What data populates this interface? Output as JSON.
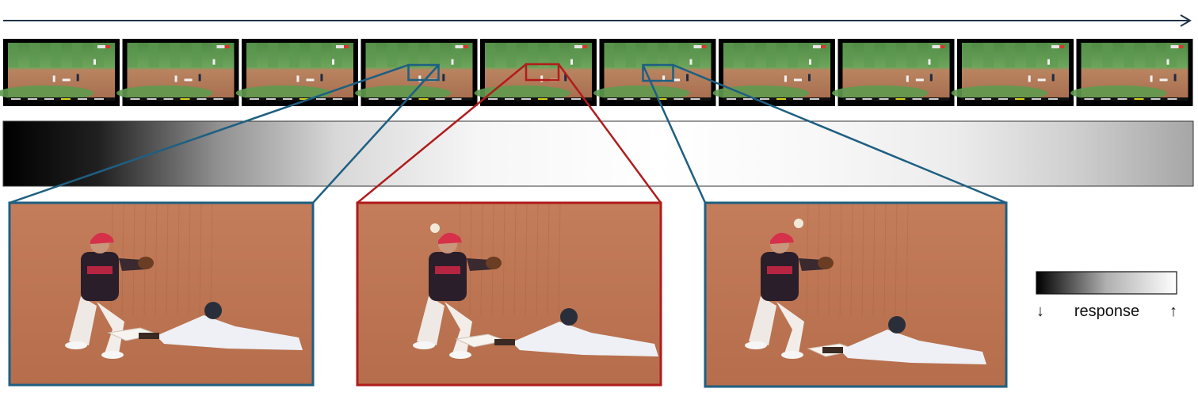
{
  "figure": {
    "frame_count": 10,
    "highlighted_frames": [
      3,
      4,
      5
    ],
    "heatmap_gradient_stops": [
      {
        "offset": 0.0,
        "color": "#000000"
      },
      {
        "offset": 0.08,
        "color": "#202020"
      },
      {
        "offset": 0.18,
        "color": "#909090"
      },
      {
        "offset": 0.28,
        "color": "#d8d8d8"
      },
      {
        "offset": 0.4,
        "color": "#f6f6f6"
      },
      {
        "offset": 0.55,
        "color": "#ffffff"
      },
      {
        "offset": 0.68,
        "color": "#f8f8f8"
      },
      {
        "offset": 0.8,
        "color": "#ececec"
      },
      {
        "offset": 0.9,
        "color": "#cfcfcf"
      },
      {
        "offset": 1.0,
        "color": "#a6a6a6"
      }
    ],
    "zoom_panels": [
      {
        "source_frame": 3,
        "color": "#1e5f82"
      },
      {
        "source_frame": 4,
        "color": "#b01c1c"
      },
      {
        "source_frame": 5,
        "color": "#1e5f82"
      }
    ]
  },
  "legend": {
    "label": "response",
    "low_arrow": "↓",
    "high_arrow": "↑"
  },
  "colors": {
    "timeline": "#1f3347",
    "blue": "#1e5f82",
    "red": "#b01c1c",
    "field_green": "#5a9a4c",
    "dirt": "#b87654"
  }
}
